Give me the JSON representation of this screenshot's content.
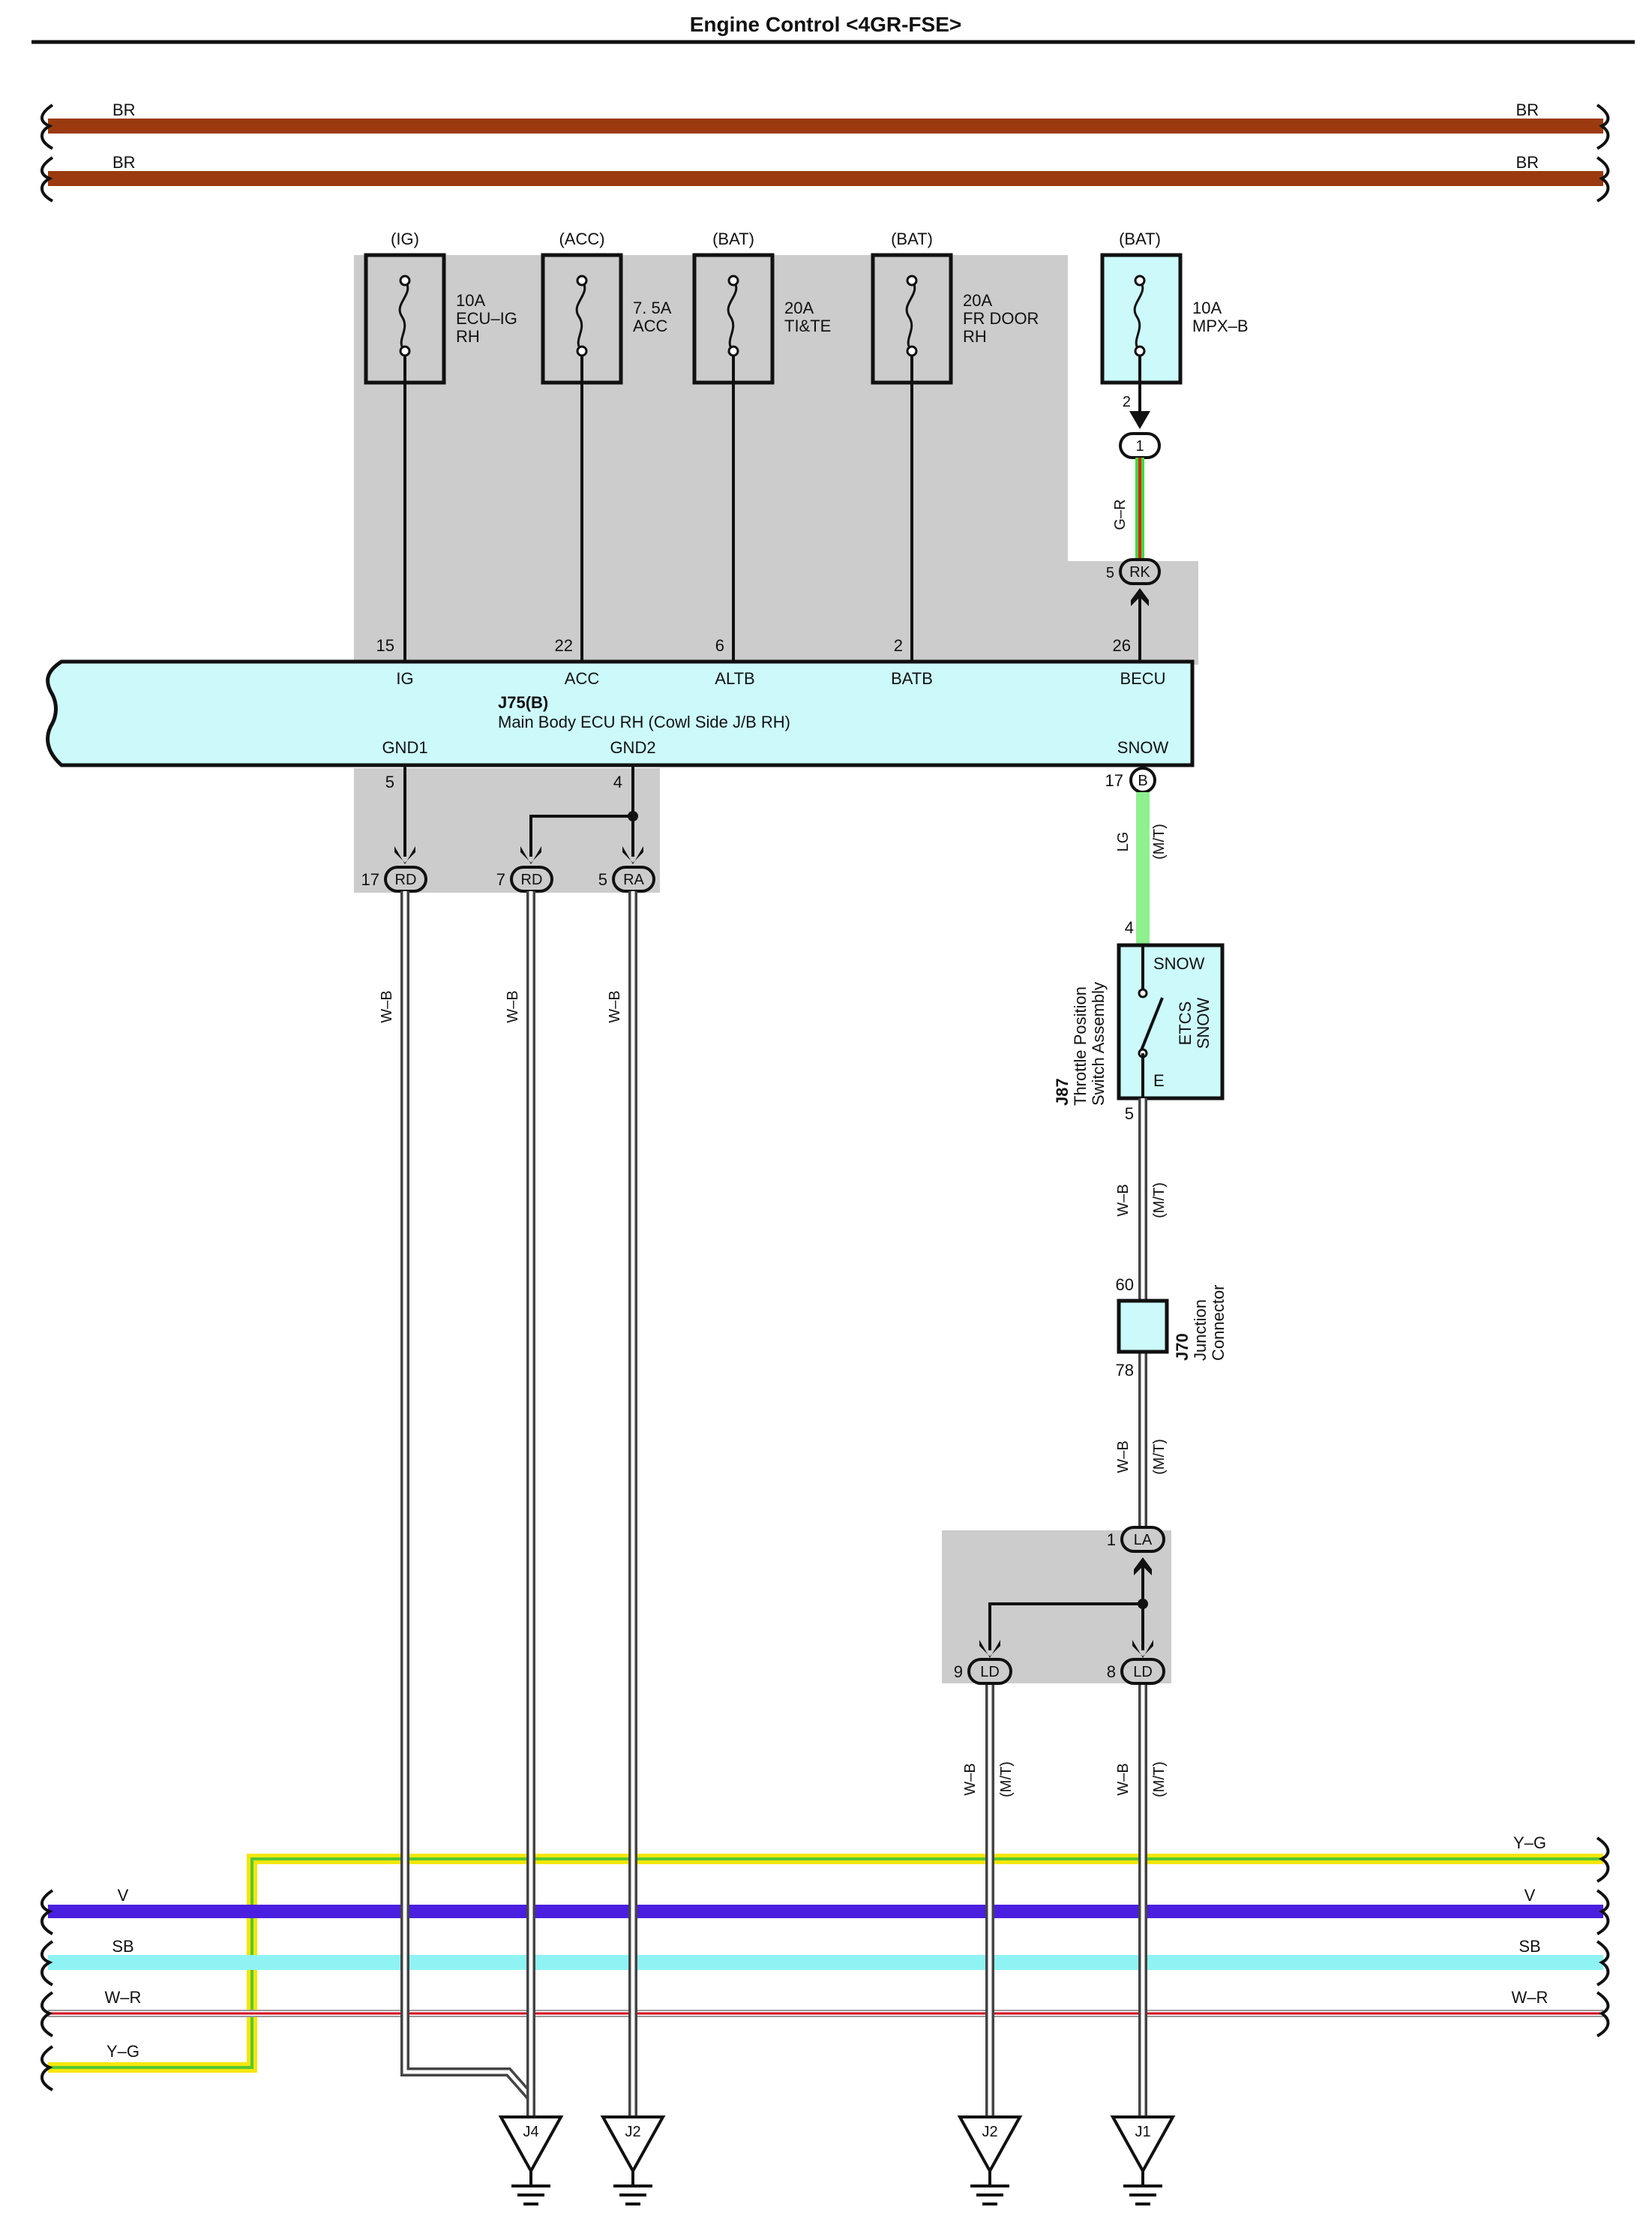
{
  "title": "Engine Control <4GR-FSE>",
  "colors": {
    "BR": "#9b3a0e",
    "V": "#4a1fe0",
    "SB": "#8ff3f3",
    "WR": "#d0001c",
    "YG_outer": "#f5e60a",
    "YG_inner": "#55c832",
    "GR_outer": "#3cdc3c",
    "GR_inner": "#e0201c",
    "LG": "#8ef08e",
    "box_fill": "#ccfafa",
    "shade": "#cccccc"
  },
  "bus_wires": {
    "br1": {
      "left": "BR",
      "right": "BR"
    },
    "br2": {
      "left": "BR",
      "right": "BR"
    },
    "v": {
      "left": "V",
      "right": "V"
    },
    "sb": {
      "left": "SB",
      "right": "SB"
    },
    "wr": {
      "left": "W–R",
      "right": "W–R"
    },
    "yg": {
      "left": "Y–G",
      "right": "Y–G"
    }
  },
  "fuses": [
    {
      "source": "(IG)",
      "amp": "10A",
      "l1": "ECU–IG",
      "l2": "RH"
    },
    {
      "source": "(ACC)",
      "amp": "7. 5A",
      "l1": "ACC",
      "l2": ""
    },
    {
      "source": "(BAT)",
      "amp": "20A",
      "l1": "TI&TE",
      "l2": ""
    },
    {
      "source": "(BAT)",
      "amp": "20A",
      "l1": "FR DOOR",
      "l2": "RH"
    },
    {
      "source": "(BAT)",
      "amp": "10A",
      "l1": "MPX–B",
      "l2": ""
    }
  ],
  "ecu": {
    "id": "J75(B)",
    "name": "Main Body ECU RH (Cowl Side J/B RH)",
    "top_pins": [
      {
        "num": "15",
        "label": "IG"
      },
      {
        "num": "22",
        "label": "ACC"
      },
      {
        "num": "6",
        "label": "ALTB"
      },
      {
        "num": "2",
        "label": "BATB"
      },
      {
        "num": "26",
        "label": "BECU"
      }
    ],
    "bottom_pins": [
      {
        "num": "5",
        "label": "GND1"
      },
      {
        "num": "4",
        "label": "GND2"
      },
      {
        "num": "17",
        "label": "SNOW"
      }
    ]
  },
  "connectors": {
    "c1": {
      "pin": "2",
      "name": "1"
    },
    "rk": {
      "pin": "5",
      "name": "RK"
    },
    "b": {
      "pin": "17",
      "name": "B"
    },
    "rd1": {
      "pin": "17",
      "name": "RD"
    },
    "rd2": {
      "pin": "7",
      "name": "RD"
    },
    "ra": {
      "pin": "5",
      "name": "RA"
    },
    "la": {
      "pin": "1",
      "name": "LA"
    },
    "ld1": {
      "pin": "9",
      "name": "LD"
    },
    "ld2": {
      "pin": "8",
      "name": "LD"
    }
  },
  "wire_labels": {
    "gr": "G–R",
    "lg": "LG",
    "wb": "W–B",
    "mt": "(M/T)"
  },
  "switch": {
    "id": "J87",
    "name_l1": "Throttle Position",
    "name_l2": "Switch Assembly",
    "pin_top": "4",
    "pin_bottom": "5",
    "term_top": "SNOW",
    "term_bottom": "E",
    "inner_l1": "ETCS",
    "inner_l2": "SNOW"
  },
  "junction": {
    "id": "J70",
    "name_l1": "Junction",
    "name_l2": "Connector",
    "pin_top": "60",
    "pin_bottom": "78"
  },
  "grounds": [
    "J4",
    "J2",
    "J2",
    "J1"
  ]
}
